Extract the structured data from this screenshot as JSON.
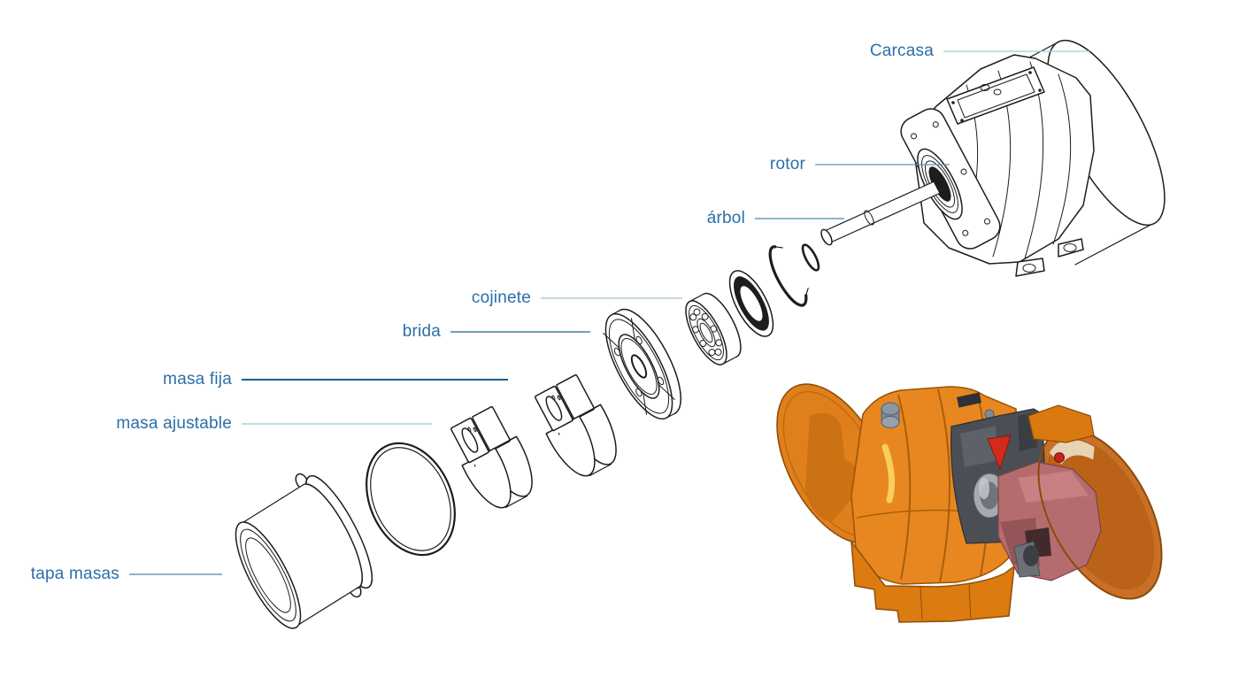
{
  "figure": {
    "type": "exploded-view-parts-diagram",
    "language": "es",
    "labels": [
      {
        "id": "carcasa",
        "text": "Carcasa",
        "leader_color": "#A9C7D8"
      },
      {
        "id": "rotor",
        "text": "rotor",
        "leader_color": "#5E93B5"
      },
      {
        "id": "arbol",
        "text": "árbol",
        "leader_color": "#4C86AD"
      },
      {
        "id": "cojinete",
        "text": "cojinete",
        "leader_color": "#9FC0CF"
      },
      {
        "id": "brida",
        "text": "brida",
        "leader_color": "#3F7FAD"
      },
      {
        "id": "masa_fija",
        "text": "masa fija",
        "leader_color": "#1C5E8C"
      },
      {
        "id": "masa_ajustable",
        "text": "masa ajustable",
        "leader_color": "#9CC0D4"
      },
      {
        "id": "tapa_masas",
        "text": "tapa masas",
        "leader_color": "#4A86AC"
      }
    ],
    "colors": {
      "background": "#ffffff",
      "label_text": "#2B6FA8",
      "line_art": "#1d1d1d",
      "leader_light": "#9FC0CF",
      "leader_medium": "#5E93B5",
      "leader_dark": "#1C5E8C",
      "motor_orange": "#E8871F",
      "motor_orange_dark": "#C96F13",
      "motor_orange_deep": "#B96318",
      "cutaway_gray": "#4B4F55",
      "bearing_gray": "#A6ABB1",
      "mass_pink": "#B66C6F",
      "arrow_red": "#D32B1B"
    }
  }
}
